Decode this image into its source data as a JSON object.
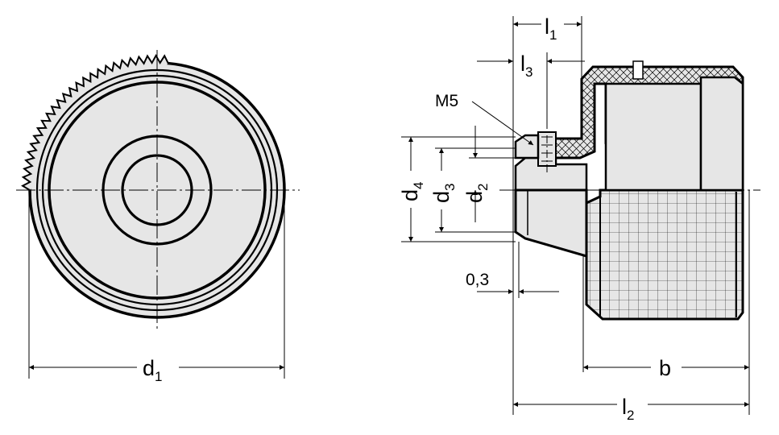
{
  "diagram": {
    "front_view": {
      "diameter_label": {
        "main": "d",
        "sub": "1"
      }
    },
    "side_view": {
      "thread_label": "M5",
      "dimensions": {
        "l1": {
          "main": "l",
          "sub": "1"
        },
        "l2": {
          "main": "l",
          "sub": "2"
        },
        "l3": {
          "main": "l",
          "sub": "3"
        },
        "b": "b",
        "d2": {
          "main": "d",
          "sub": "2"
        },
        "d3": {
          "main": "d",
          "sub": "3"
        },
        "d4": {
          "main": "d",
          "sub": "4"
        },
        "chamfer": "0,3"
      }
    },
    "colors": {
      "line": "#000000",
      "fill": "#e6e6e6",
      "background": "#ffffff"
    }
  }
}
